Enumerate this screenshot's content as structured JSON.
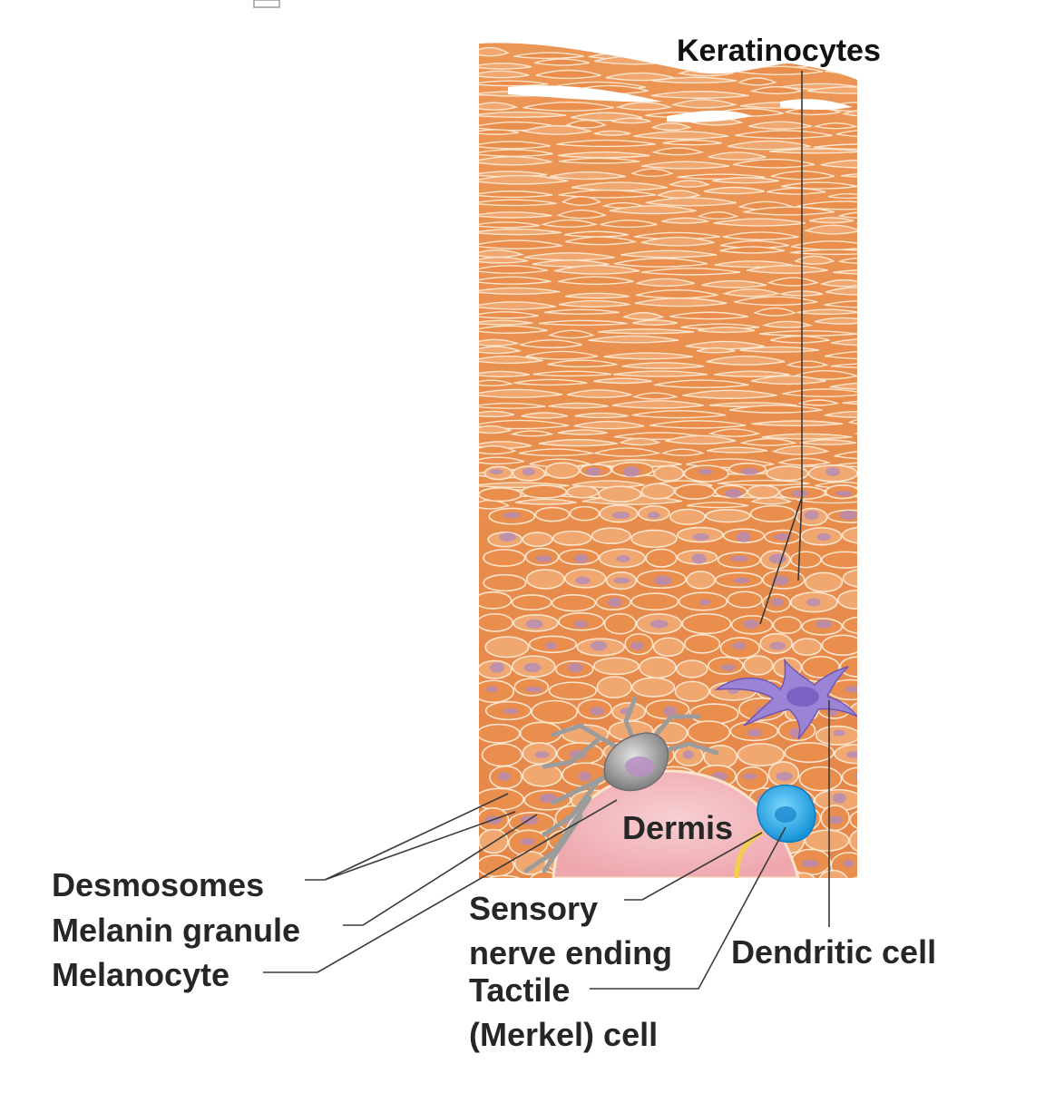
{
  "colors": {
    "tissue": "#e98e4c",
    "tissue_light": "#f0a870",
    "tissue_dark": "#c46a2e",
    "cell_border": "#fbe4cc",
    "nucleus": "#b08abf",
    "melanocyte": "#9a9a9a",
    "dendritic": "#9b84d6",
    "merkel": "#25a9e8",
    "dermis": "#f2b7bc",
    "nerve": "#f4cf4a",
    "label": "#262626",
    "highlight_label": "#ff1a1a",
    "leader_line": "#3a3a3a"
  },
  "labels": {
    "keratinocytes": "Keratinocytes",
    "desmosomes": "Desmosomes",
    "melanin_granule": "Melanin granule",
    "melanocyte": "Melanocyte",
    "dermis": "Dermis",
    "sensory_line1": "Sensory",
    "sensory_line2": "nerve ending",
    "tactile_line1": "Tactile",
    "tactile_line2": "(Merkel) cell",
    "dendritic_cell": "Dendritic cell"
  }
}
